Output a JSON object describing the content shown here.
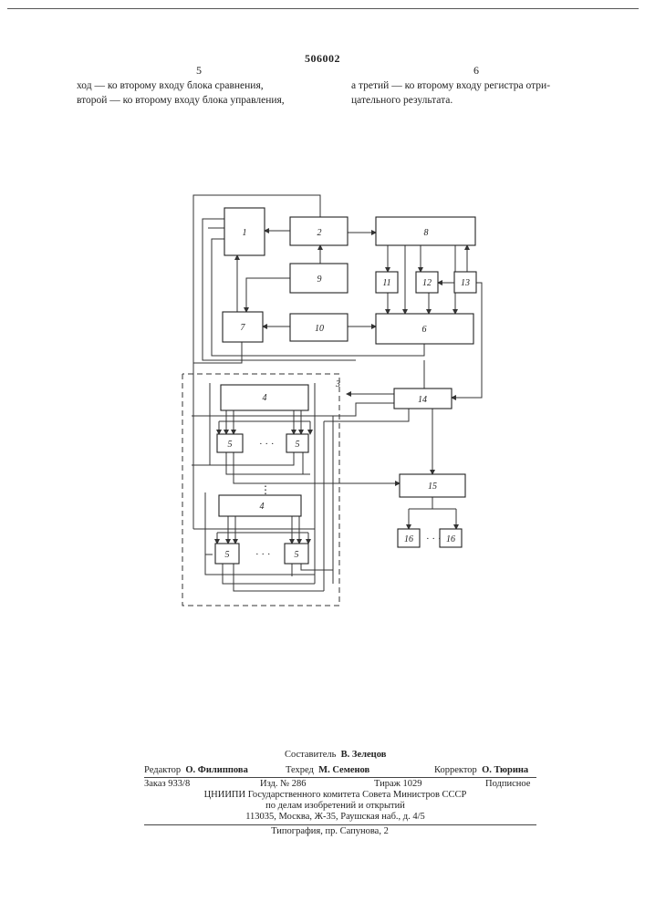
{
  "header": {
    "patent_number": "506002",
    "left_column_number": "5",
    "right_column_number": "6"
  },
  "text": {
    "left_lines": [
      "ход — ко второму входу блока  сравнения,",
      "второй — ко второму входу блока управления,"
    ],
    "right_lines": [
      "а третий — ко второму входу регистра отри-",
      "цательного результата."
    ]
  },
  "diagram": {
    "blocks": [
      {
        "id": "b1",
        "label": "1"
      },
      {
        "id": "b2",
        "label": "2"
      },
      {
        "id": "b8",
        "label": "8"
      },
      {
        "id": "b9",
        "label": "9"
      },
      {
        "id": "b11",
        "label": "11"
      },
      {
        "id": "b12",
        "label": "12"
      },
      {
        "id": "b13",
        "label": "13"
      },
      {
        "id": "b7",
        "label": "7"
      },
      {
        "id": "b10",
        "label": "10"
      },
      {
        "id": "b6",
        "label": "6"
      },
      {
        "id": "b14",
        "label": "14"
      },
      {
        "id": "b4a",
        "label": "4"
      },
      {
        "id": "b5a",
        "label": "5"
      },
      {
        "id": "b5b",
        "label": "5"
      },
      {
        "id": "b15",
        "label": "15"
      },
      {
        "id": "b4b",
        "label": "4"
      },
      {
        "id": "b5c",
        "label": "5"
      },
      {
        "id": "b5d",
        "label": "5"
      },
      {
        "id": "b16a",
        "label": "16"
      },
      {
        "id": "b16b",
        "label": "16"
      }
    ],
    "group_label": "3",
    "ellipsis": "· · ·",
    "vertical_ellipsis": "⋮"
  },
  "credits": {
    "compiler_label": "Составитель",
    "compiler_name": "В. Зелецов",
    "editor_label": "Редактор",
    "editor_name": "О. Филиппова",
    "techred_label": "Техред",
    "techred_name": "М. Семенов",
    "corrector_label": "Корректор",
    "corrector_name": "О. Тюрина",
    "order": "Заказ  933/8",
    "izd": "Изд.  №  286",
    "tirazh": "Тираж  1029",
    "podpisnoe": "Подписное",
    "org_line1": "ЦНИИПИ  Государственного  комитета  Совета  Министров  СССР",
    "org_line2": "по  делам  изобретений  и  открытий",
    "org_line3": "113035, Москва, Ж-35, Раушская наб., д. 4/5",
    "printer": "Типография, пр. Сапунова, 2"
  }
}
